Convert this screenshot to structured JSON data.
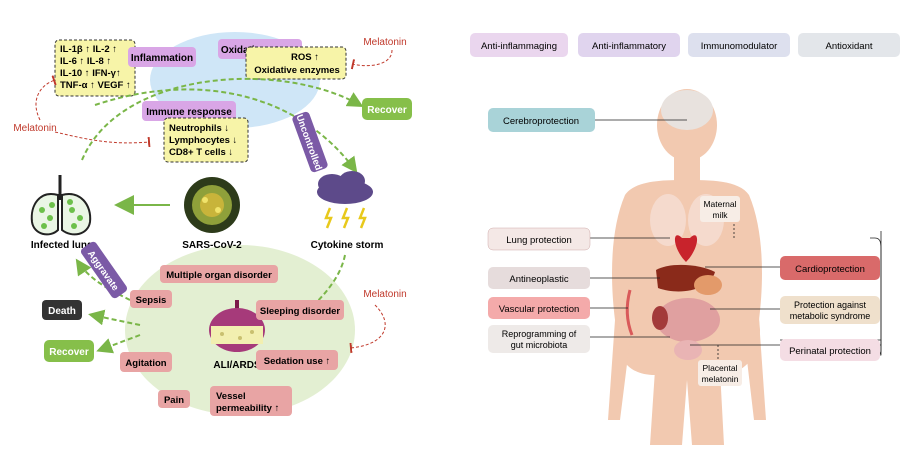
{
  "left": {
    "inflammation": "Inflammation",
    "cytokines": [
      "IL-1β ↑  IL-2 ↑",
      "IL-6 ↑   IL-8 ↑",
      "IL-10 ↑  IFN-γ↑",
      "TNF-α ↑  VEGF ↑"
    ],
    "oxidation": "Oxidation stress",
    "ros": [
      "ROS ↑",
      "Oxidative enzymes"
    ],
    "melatonin": "Melatonin",
    "immune": "Immune response",
    "immune_items": [
      "Neutrophils ↓",
      "Lymphocytes ↓",
      "CD8+ T cells ↓"
    ],
    "uncontrolled": "Uncontrolled",
    "recover": "Recover",
    "infected_lung": "Infected lung",
    "virus": "SARS-CoV-2",
    "cytokine_storm": "Cytokine storm",
    "aggravate": "Aggravate",
    "death": "Death",
    "ards": "ALI/ARDS",
    "complications": {
      "multiple_organ": "Multiple organ disorder",
      "sepsis": "Sepsis",
      "sleeping": "Sleeping disorder",
      "sedation": "Sedation use ↑",
      "agitation": "Agitation",
      "pain": "Pain",
      "vessel": [
        "Vessel",
        "permeability ↑"
      ]
    }
  },
  "right": {
    "properties": [
      "Anti-inflammaging",
      "Anti-inflammatory",
      "Immunomodulator",
      "Antioxidant"
    ],
    "effects": {
      "cerebro": "Cerebroprotection",
      "lung": "Lung protection",
      "antineoplastic": "Antineoplastic",
      "vascular": "Vascular protection",
      "microbiota": [
        "Reprogramming of",
        "gut microbiota"
      ],
      "cardio": "Cardioprotection",
      "metabolic": [
        "Protection against",
        "metabolic syndrome"
      ],
      "perinatal": "Perinatal protection"
    },
    "maternal": [
      "Maternal",
      "milk"
    ],
    "placental": [
      "Placental",
      "melatonin"
    ]
  },
  "colors": {
    "green_arrow": "#7ab648",
    "melatonin_red": "#c0392b",
    "purple_box": "#d9a6e6",
    "yellow_box": "#f7f4a8",
    "pink_box": "#e8a4a4",
    "recover_green": "#86bf4a"
  }
}
